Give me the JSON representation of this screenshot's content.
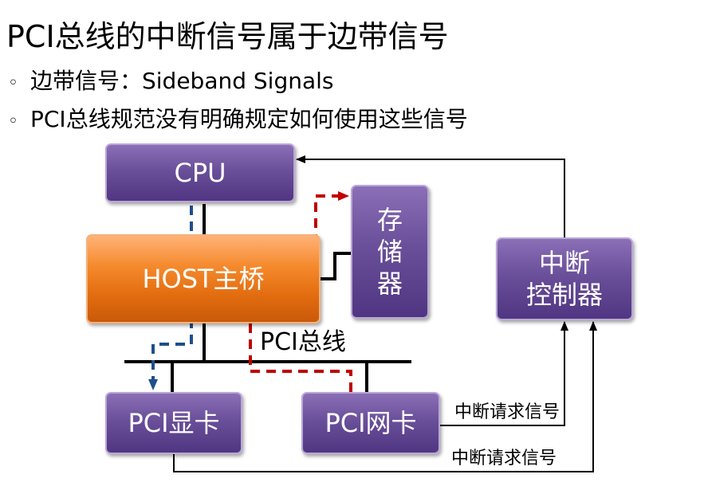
{
  "title": "PCI总线的中断信号属于边带信号",
  "bullets": [
    {
      "marker": "◦",
      "text": "边带信号：Sideband Signals"
    },
    {
      "marker": "◦",
      "text": "PCI总线规范没有明确规定如何使用这些信号"
    }
  ],
  "diagram": {
    "cpu": "CPU",
    "host_bridge": "HOST主桥",
    "memory": "存\n储\n器",
    "interrupt_controller": "中断\n控制器",
    "pci_display": "PCI显卡",
    "pci_nic": "PCI网卡",
    "bus_label": "PCI总线",
    "irq_label_1": "中断请求信号",
    "irq_label_2": "中断请求信号"
  },
  "colors": {
    "purple_box": "#6a4f9a",
    "orange_box": "#f58a2d",
    "red_dashed": "#c00000",
    "blue_dashed": "#1f4e8c"
  }
}
